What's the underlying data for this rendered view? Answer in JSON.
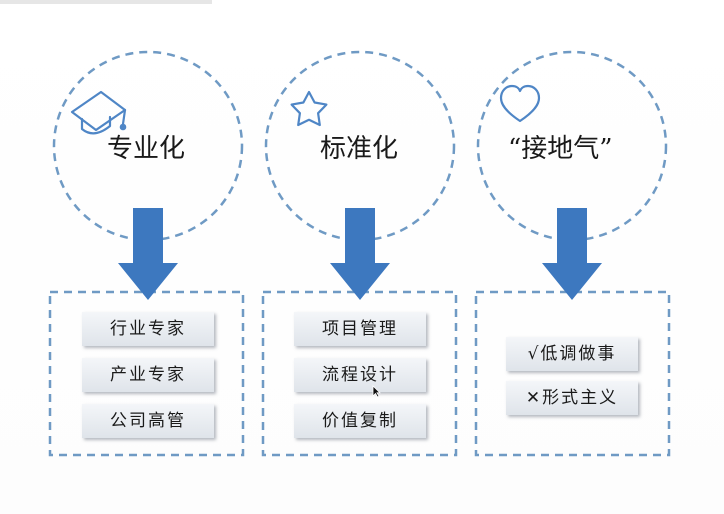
{
  "colors": {
    "dash": "#6f9ac4",
    "arrow": "#3d78bf",
    "icon": "#4f86c6"
  },
  "columns": [
    {
      "title": "专业化",
      "icon": "graduation-cap-icon",
      "items": [
        "行业专家",
        "产业专家",
        "公司高管"
      ]
    },
    {
      "title": "标准化",
      "icon": "star-icon",
      "items": [
        "项目管理",
        "流程设计",
        "价值复制"
      ]
    },
    {
      "title": "“接地气”",
      "icon": "heart-icon",
      "items": [
        "√低调做事",
        "✕形式主义"
      ]
    }
  ]
}
